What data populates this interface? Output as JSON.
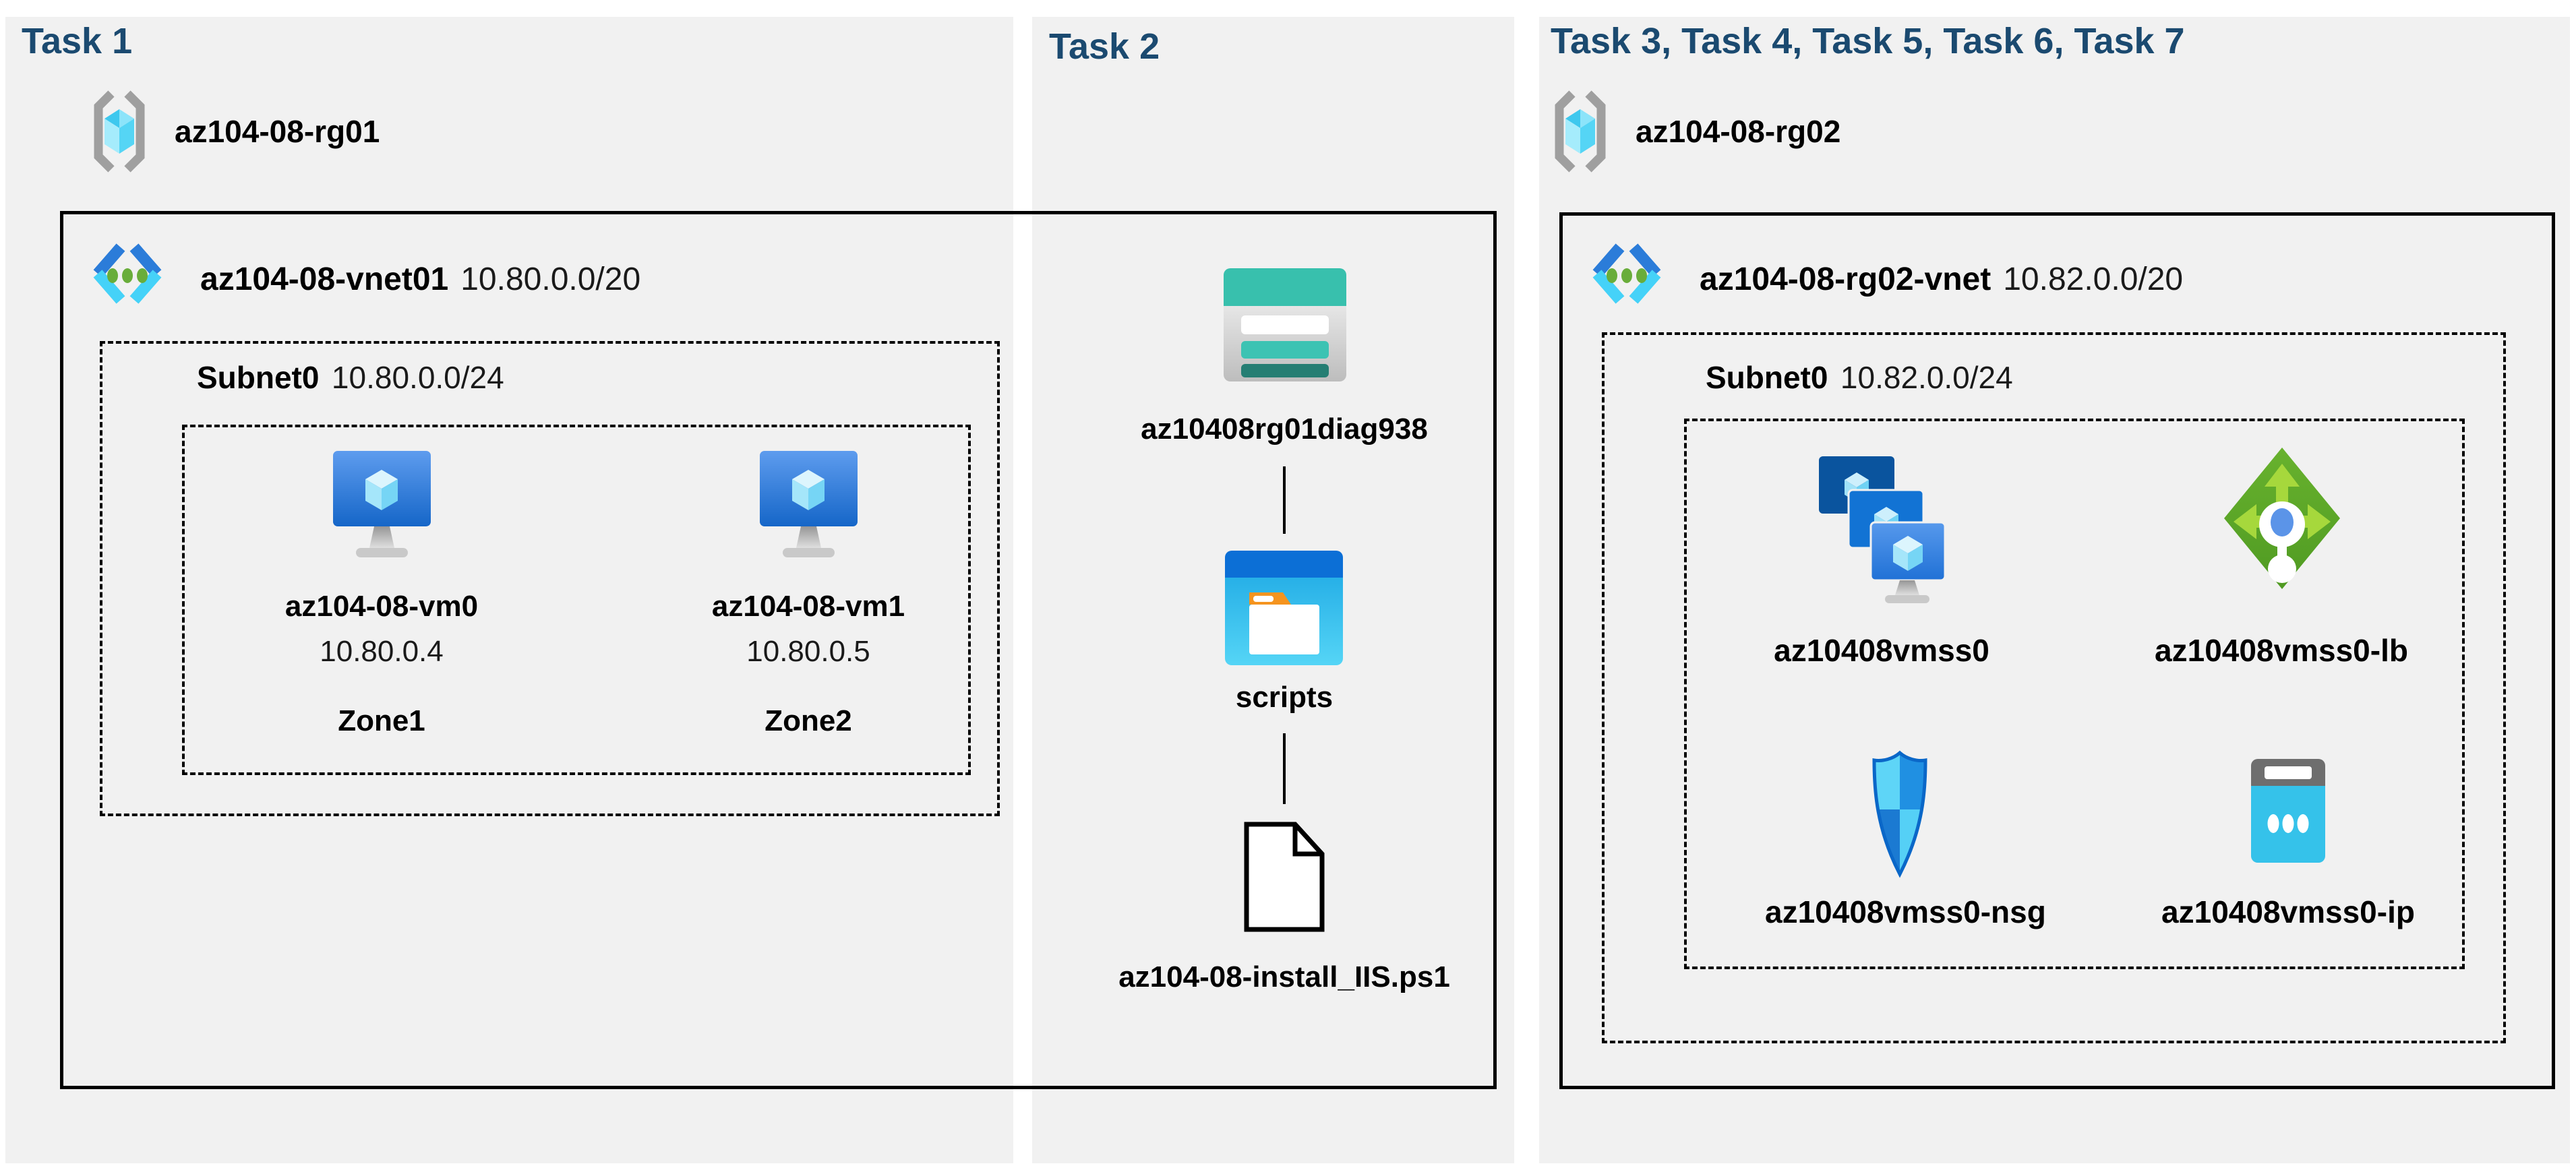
{
  "colors": {
    "page_bg": "#ffffff",
    "panel_bg": "#f1f1f1",
    "header_text": "#1b4a70",
    "box_border": "#000000",
    "storage_teal": "#38c0ad",
    "storage_teal_dark": "#257e73",
    "container_blue": "#0c6fd6",
    "container_cyan": "#3fc6ef",
    "vm_screen_blue": "#1566c8",
    "vnet_chevron_blue": "#2b7cd9",
    "vnet_chevron_cyan": "#45d2f8",
    "vnet_dot_green": "#69ad3a",
    "lb_green": "#5aa428",
    "lb_arrow_green": "#a6d83c",
    "nsg_blue": "#2090e2",
    "ip_cyan": "#35c2ea",
    "rg_bracket_gray": "#9f9f9f"
  },
  "panel1": {
    "title": "Task 1",
    "resource_group": {
      "name": "az104-08-rg01",
      "icon": "resource-group-icon"
    },
    "vnet": {
      "name": "az104-08-vnet01",
      "cidr": "10.80.0.0/20",
      "icon": "virtual-network-icon"
    },
    "subnet": {
      "name": "Subnet0",
      "cidr": "10.80.0.0/24"
    },
    "vms": [
      {
        "name": "az104-08-vm0",
        "ip": "10.80.0.4",
        "zone": "Zone1",
        "icon": "virtual-machine-icon"
      },
      {
        "name": "az104-08-vm1",
        "ip": "10.80.0.5",
        "zone": "Zone2",
        "icon": "virtual-machine-icon"
      }
    ]
  },
  "panel2": {
    "title": "Task 2",
    "storage_account": {
      "name": "az10408rg01diag938",
      "icon": "storage-account-icon"
    },
    "container": {
      "name": "scripts",
      "icon": "blob-container-icon"
    },
    "script_file": {
      "name": "az104-08-install_IIS.ps1",
      "icon": "file-icon"
    }
  },
  "panel3": {
    "title": "Task 3, Task 4, Task 5, Task 6, Task 7",
    "resource_group": {
      "name": "az104-08-rg02",
      "icon": "resource-group-icon"
    },
    "vnet": {
      "name": "az104-08-rg02-vnet",
      "cidr": "10.82.0.0/20",
      "icon": "virtual-network-icon"
    },
    "subnet": {
      "name": "Subnet0",
      "cidr": "10.82.0.0/24"
    },
    "resources": [
      {
        "name": "az10408vmss0",
        "type": "virtual-machine-scale-set",
        "icon": "vm-scale-set-icon"
      },
      {
        "name": "az10408vmss0-lb",
        "type": "load-balancer",
        "icon": "load-balancer-icon"
      },
      {
        "name": "az10408vmss0-nsg",
        "type": "network-security-group",
        "icon": "nsg-shield-icon"
      },
      {
        "name": "az10408vmss0-ip",
        "type": "public-ip-address",
        "icon": "public-ip-icon"
      }
    ]
  }
}
